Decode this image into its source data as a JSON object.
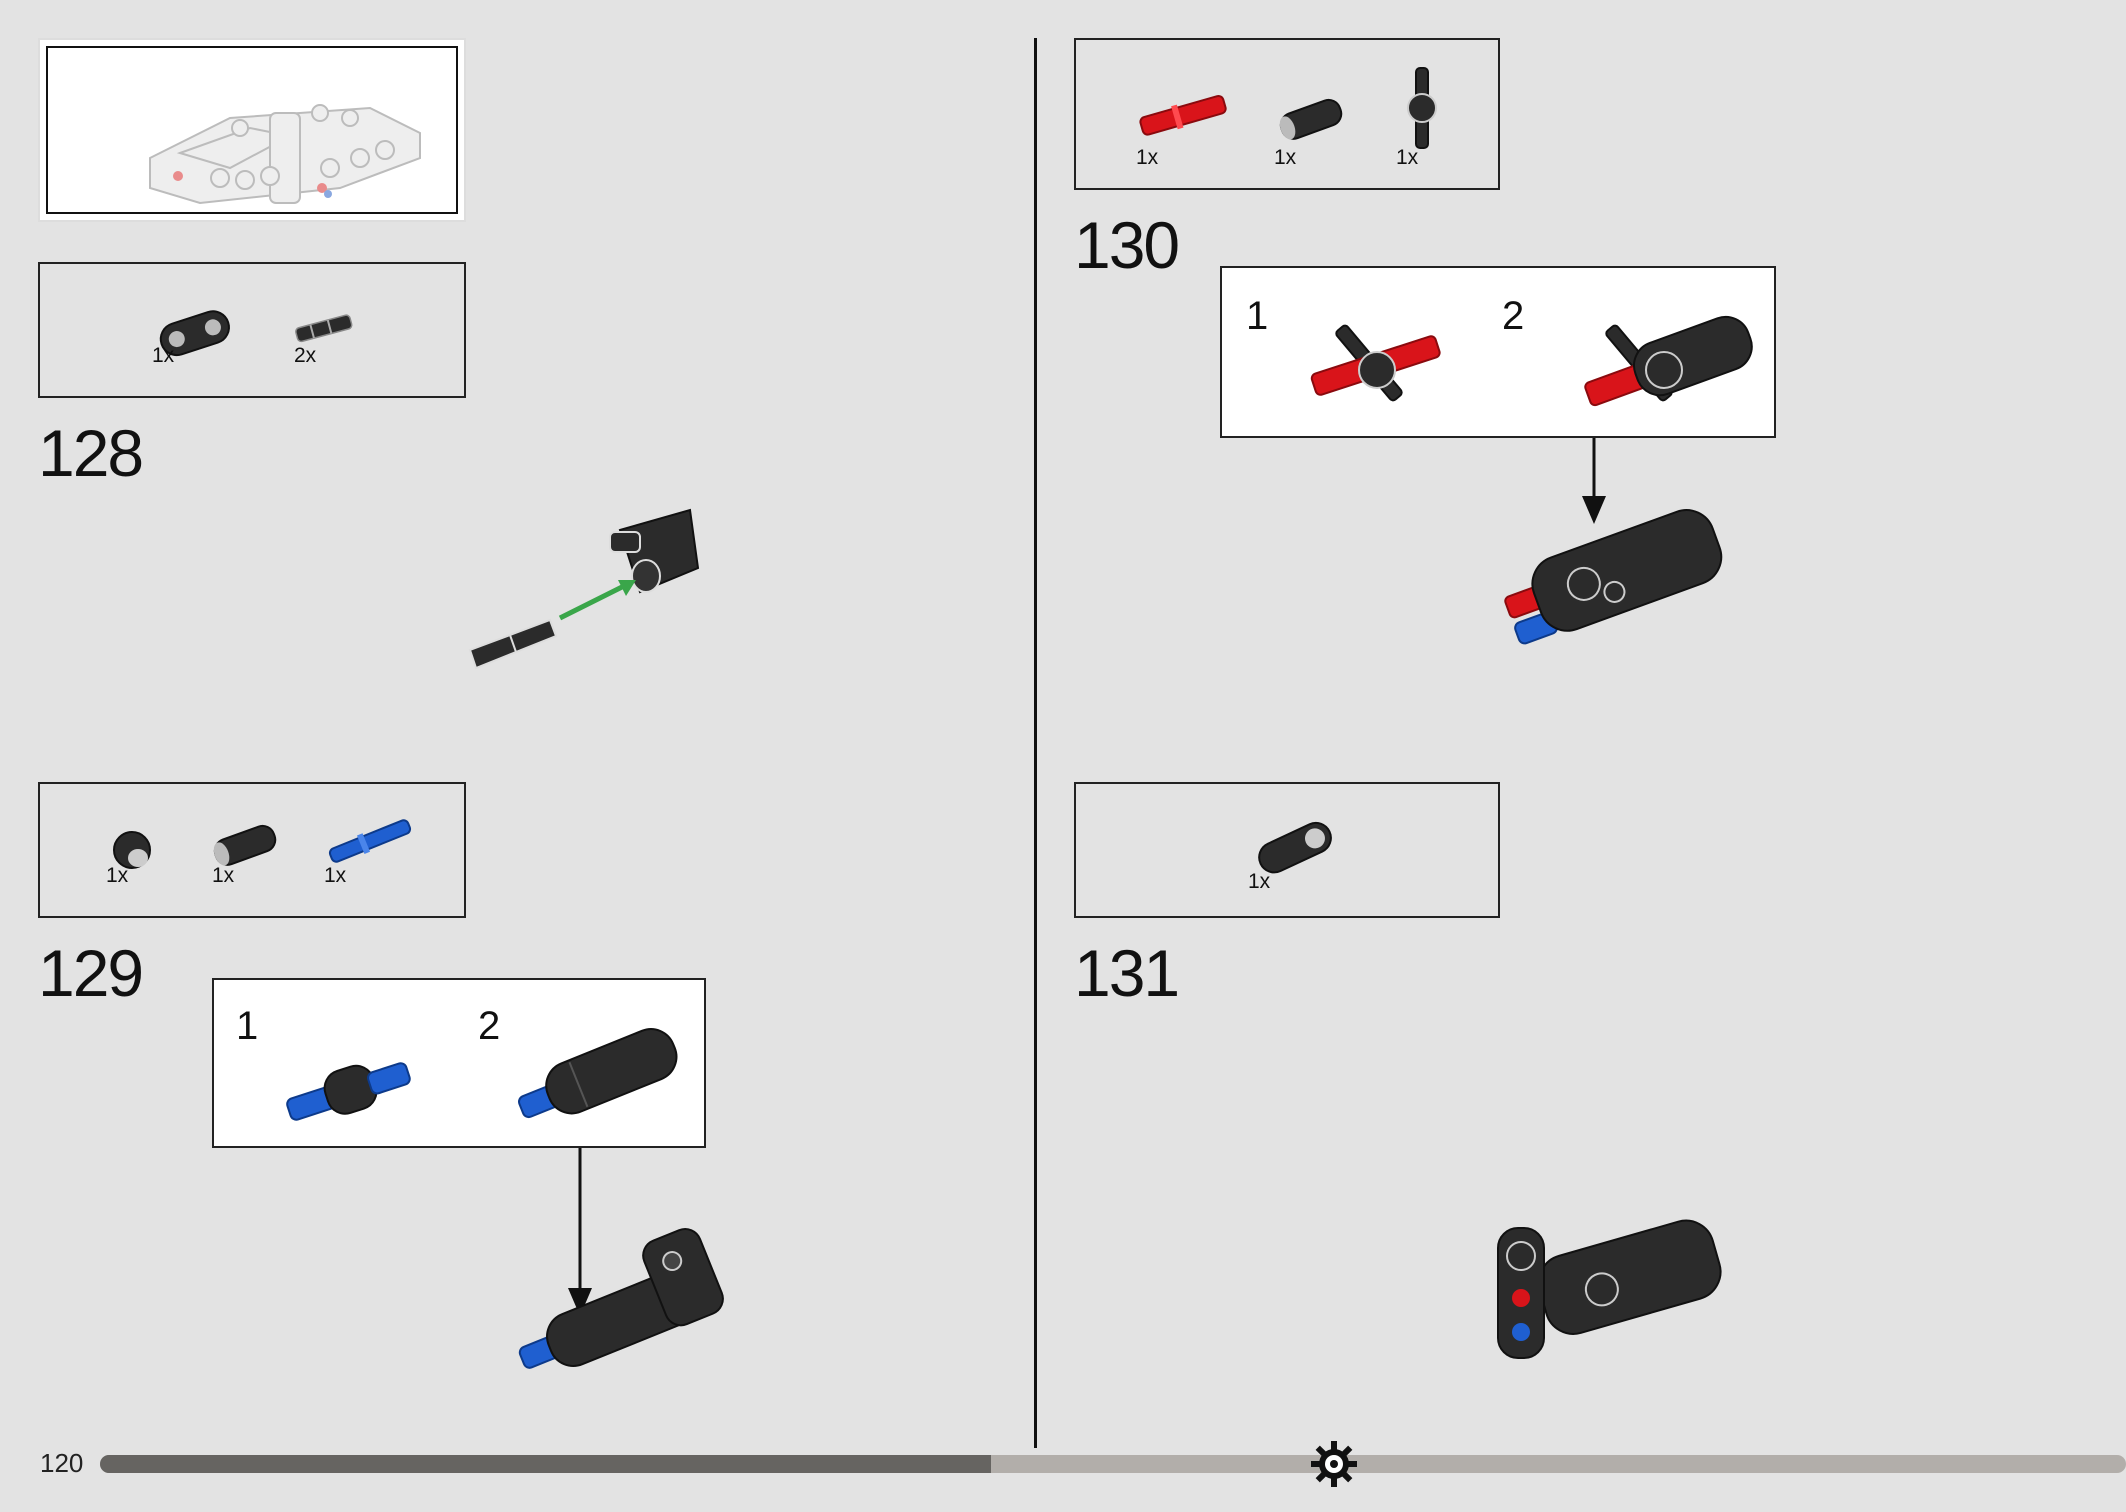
{
  "page": {
    "number": "120"
  },
  "progress": {
    "fraction": 0.44
  },
  "callout": {},
  "left": {
    "step128": {
      "number": "128",
      "parts": [
        {
          "qty": "1x"
        },
        {
          "qty": "2x"
        }
      ]
    },
    "step129": {
      "number": "129",
      "parts": [
        {
          "qty": "1x"
        },
        {
          "qty": "1x"
        },
        {
          "qty": "1x"
        }
      ],
      "substeps": [
        {
          "label": "1"
        },
        {
          "label": "2"
        }
      ]
    }
  },
  "right": {
    "step130": {
      "number": "130",
      "parts": [
        {
          "qty": "1x"
        },
        {
          "qty": "1x"
        },
        {
          "qty": "1x"
        }
      ],
      "substeps": [
        {
          "label": "1"
        },
        {
          "label": "2"
        }
      ]
    },
    "step131": {
      "number": "131",
      "parts": [
        {
          "qty": "1x"
        }
      ]
    }
  },
  "colors": {
    "background": "#e3e3e3",
    "part_dark": "#2b2b2b",
    "part_red": "#d9141a",
    "part_blue": "#1f5fd0",
    "arrow_green": "#3aa64a",
    "progress_done": "#666461",
    "progress_todo": "#b2aeaa"
  },
  "icons": [
    "gear-icon"
  ]
}
